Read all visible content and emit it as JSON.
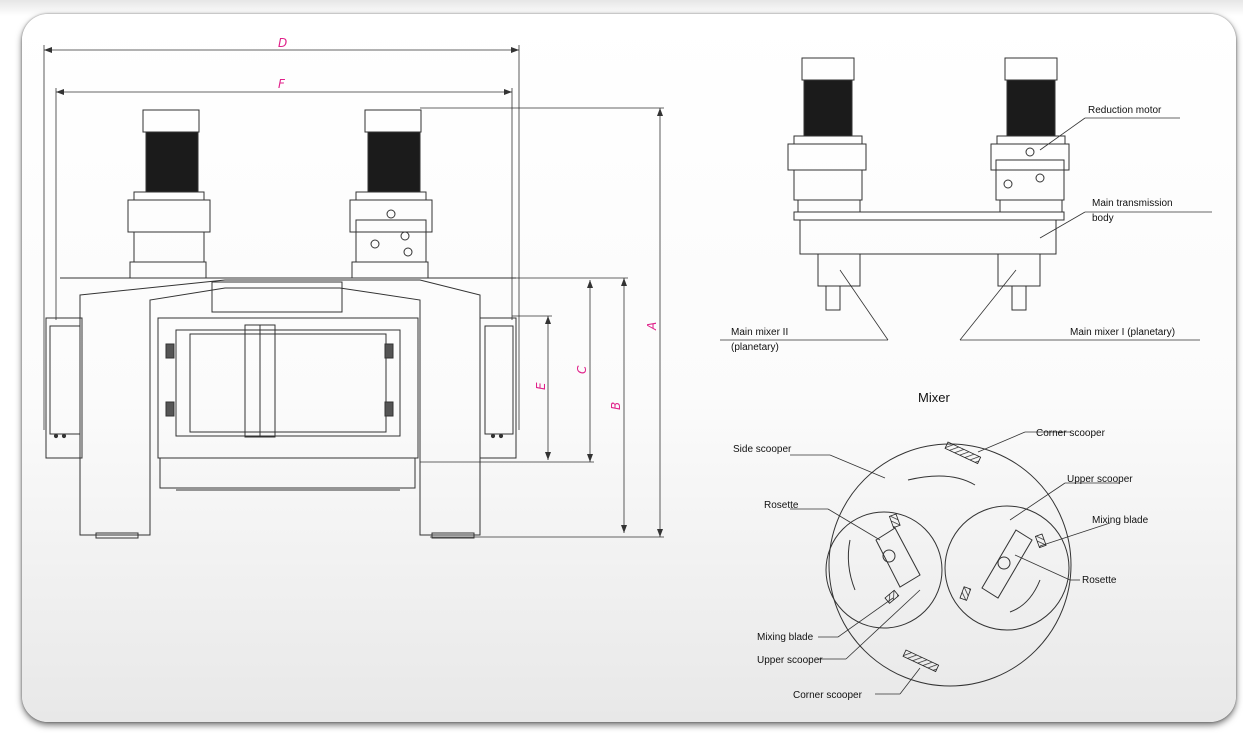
{
  "dimensions": {
    "A": "A",
    "B": "B",
    "C": "C",
    "D": "D",
    "E": "E",
    "F": "F"
  },
  "top_labels": {
    "reduction_motor": "Reduction motor",
    "main_transmission_body_1": "Main transmission",
    "main_transmission_body_2": "body",
    "main_mixer_2_line1": "Main mixer II",
    "main_mixer_2_line2": "(planetary)",
    "main_mixer_1": "Main mixer I (planetary)"
  },
  "mixer": {
    "title": "Mixer",
    "side_scooper": "Side scooper",
    "corner_scooper_top": "Corner scooper",
    "upper_scooper_right": "Upper scooper",
    "mixing_blade_right": "Mixing blade",
    "rosette_left": "Rosette",
    "rosette_right": "Rosette",
    "mixing_blade_left": "Mixing blade",
    "upper_scooper_left": "Upper scooper",
    "corner_scooper_bottom": "Corner scooper"
  }
}
